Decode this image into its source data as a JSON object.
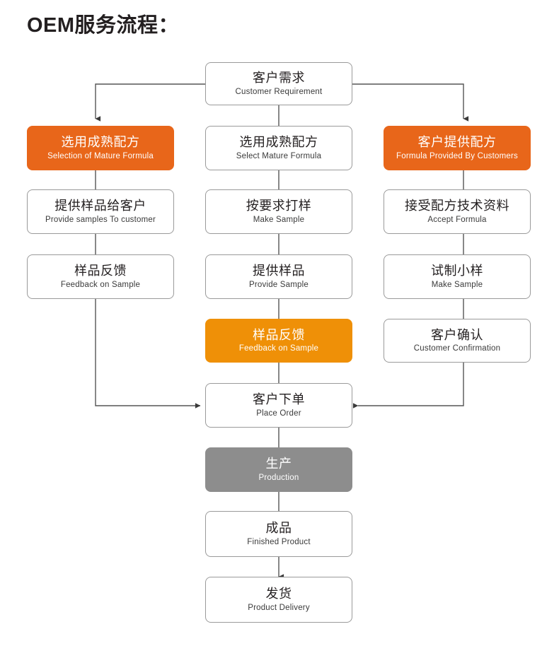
{
  "page": {
    "title": "OEM服务流程："
  },
  "colors": {
    "orange": "#e8661a",
    "amber": "#ef9007",
    "gray": "#8d8d8d",
    "border": "#9a9a9a",
    "text": "#231f20",
    "background": "#ffffff"
  },
  "chart_data": {
    "type": "diagram",
    "title": "OEM服务流程：",
    "nodes": [
      {
        "id": "customer-requirement",
        "cn": "客户需求",
        "en": "Customer Requirement",
        "style": "plain",
        "column": "center",
        "row": 1
      },
      {
        "id": "selection-of-mature-formula",
        "cn": "选用成熟配方",
        "en": "Selection of Mature Formula",
        "style": "orange",
        "column": "left",
        "row": 2
      },
      {
        "id": "select-mature-formula",
        "cn": "选用成熟配方",
        "en": "Select Mature Formula",
        "style": "plain",
        "column": "center",
        "row": 2
      },
      {
        "id": "formula-provided-by-customers",
        "cn": "客户提供配方",
        "en": "Formula  Provided By Customers",
        "style": "orange",
        "column": "right",
        "row": 2
      },
      {
        "id": "provide-samples-to-customer",
        "cn": "提供样品给客户",
        "en": "Provide samples To customer",
        "style": "plain",
        "column": "left",
        "row": 3
      },
      {
        "id": "make-sample-center",
        "cn": "按要求打样",
        "en": "Make Sample",
        "style": "plain",
        "column": "center",
        "row": 3
      },
      {
        "id": "accept-formula",
        "cn": "接受配方技术资料",
        "en": "Accept Formula",
        "style": "plain",
        "column": "right",
        "row": 3
      },
      {
        "id": "feedback-on-sample-left",
        "cn": "样品反馈",
        "en": "Feedback on Sample",
        "style": "plain",
        "column": "left",
        "row": 4
      },
      {
        "id": "provide-sample",
        "cn": "提供样品",
        "en": "Provide Sample",
        "style": "plain",
        "column": "center",
        "row": 4
      },
      {
        "id": "make-sample-right",
        "cn": "试制小样",
        "en": "Make Sample",
        "style": "plain",
        "column": "right",
        "row": 4
      },
      {
        "id": "feedback-on-sample-center",
        "cn": "样品反馈",
        "en": "Feedback on Sample",
        "style": "amber",
        "column": "center",
        "row": 5
      },
      {
        "id": "customer-confirmation",
        "cn": "客户确认",
        "en": "Customer Confirmation",
        "style": "plain",
        "column": "right",
        "row": 5
      },
      {
        "id": "place-order",
        "cn": "客户下单",
        "en": "Place Order",
        "style": "plain",
        "column": "center",
        "row": 6
      },
      {
        "id": "production",
        "cn": "生产",
        "en": "Production",
        "style": "gray",
        "column": "center",
        "row": 7
      },
      {
        "id": "finished-product",
        "cn": "成品",
        "en": "Finished Product",
        "style": "plain",
        "column": "center",
        "row": 8
      },
      {
        "id": "product-delivery",
        "cn": "发货",
        "en": "Product Delivery",
        "style": "plain",
        "column": "center",
        "row": 9
      }
    ],
    "edges": [
      {
        "from": "customer-requirement",
        "to": "selection-of-mature-formula",
        "kind": "elbow-left-down"
      },
      {
        "from": "customer-requirement",
        "to": "select-mature-formula",
        "kind": "straight-down"
      },
      {
        "from": "customer-requirement",
        "to": "formula-provided-by-customers",
        "kind": "elbow-right-down"
      },
      {
        "from": "selection-of-mature-formula",
        "to": "provide-samples-to-customer",
        "kind": "straight-down"
      },
      {
        "from": "provide-samples-to-customer",
        "to": "feedback-on-sample-left",
        "kind": "straight-down"
      },
      {
        "from": "feedback-on-sample-left",
        "to": "place-order",
        "kind": "elbow-down-right"
      },
      {
        "from": "select-mature-formula",
        "to": "make-sample-center",
        "kind": "straight-down"
      },
      {
        "from": "make-sample-center",
        "to": "provide-sample",
        "kind": "straight-down"
      },
      {
        "from": "provide-sample",
        "to": "feedback-on-sample-center",
        "kind": "straight-down"
      },
      {
        "from": "feedback-on-sample-center",
        "to": "place-order",
        "kind": "straight-down"
      },
      {
        "from": "formula-provided-by-customers",
        "to": "accept-formula",
        "kind": "straight-down"
      },
      {
        "from": "accept-formula",
        "to": "make-sample-right",
        "kind": "straight-down"
      },
      {
        "from": "make-sample-right",
        "to": "customer-confirmation",
        "kind": "straight-down"
      },
      {
        "from": "customer-confirmation",
        "to": "place-order",
        "kind": "elbow-down-left"
      },
      {
        "from": "place-order",
        "to": "production",
        "kind": "straight-down"
      },
      {
        "from": "production",
        "to": "finished-product",
        "kind": "straight-down"
      },
      {
        "from": "finished-product",
        "to": "product-delivery",
        "kind": "straight-down-arrow"
      }
    ]
  }
}
